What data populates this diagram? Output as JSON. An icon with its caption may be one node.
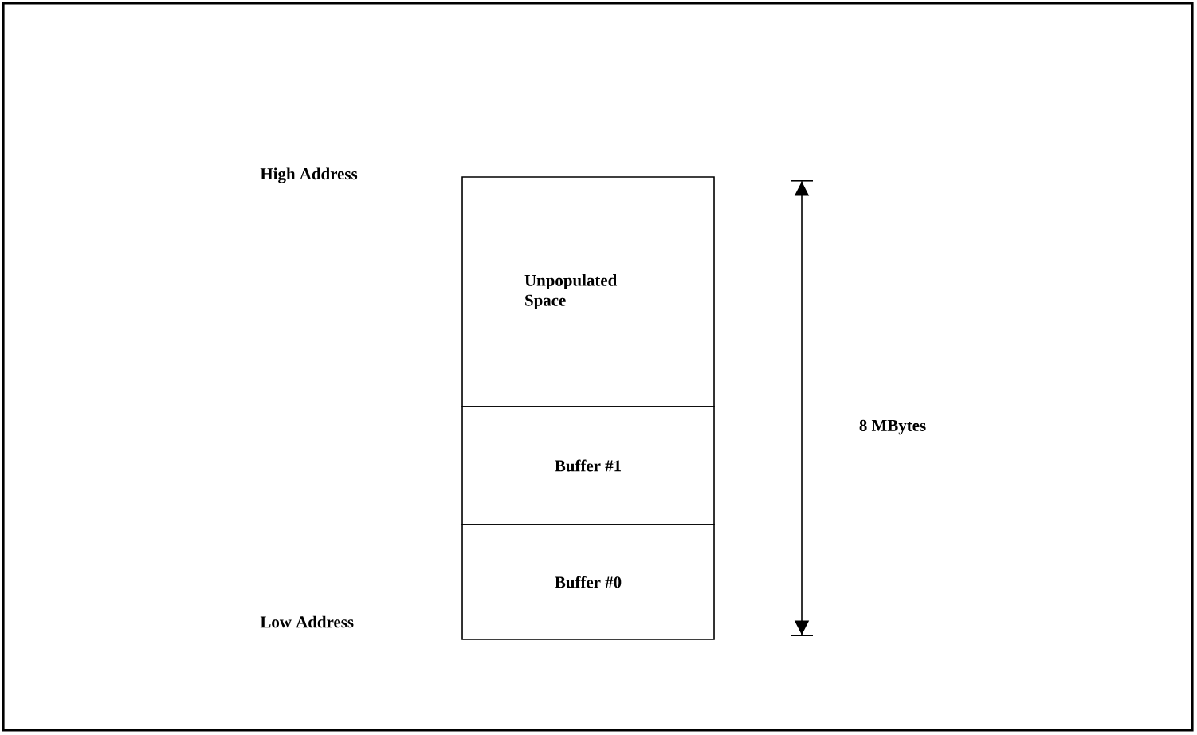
{
  "diagram": {
    "nodes": [
      {
        "text": [
          "Unpopulated Space"
        ]
      },
      {
        "text": [
          "Buffer #1"
        ]
      },
      {
        "text": [
          "Buffer #0"
        ]
      }
    ],
    "labels": [
      "High Address",
      "Low Address",
      "8 MBytes"
    ]
  }
}
